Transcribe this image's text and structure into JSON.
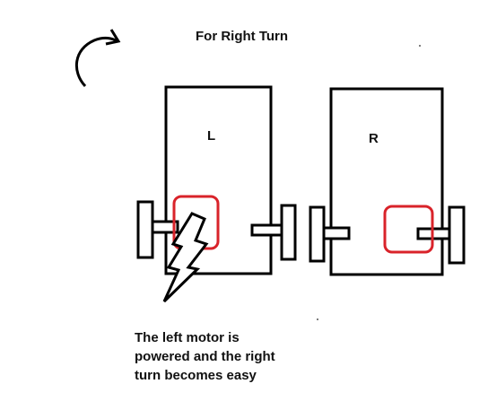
{
  "title": "For Right Turn",
  "left_car_label": "L",
  "right_car_label": "R",
  "caption": {
    "lines": [
      "The left motor is",
      "powered and the right",
      "turn becomes easy"
    ]
  },
  "icons": {
    "turn_arrow": "curved-arrow-right-icon",
    "power": "lightning-bolt-icon"
  },
  "colors": {
    "outline": "#000000",
    "motor_highlight": "#d9232a",
    "background": "#ffffff"
  }
}
